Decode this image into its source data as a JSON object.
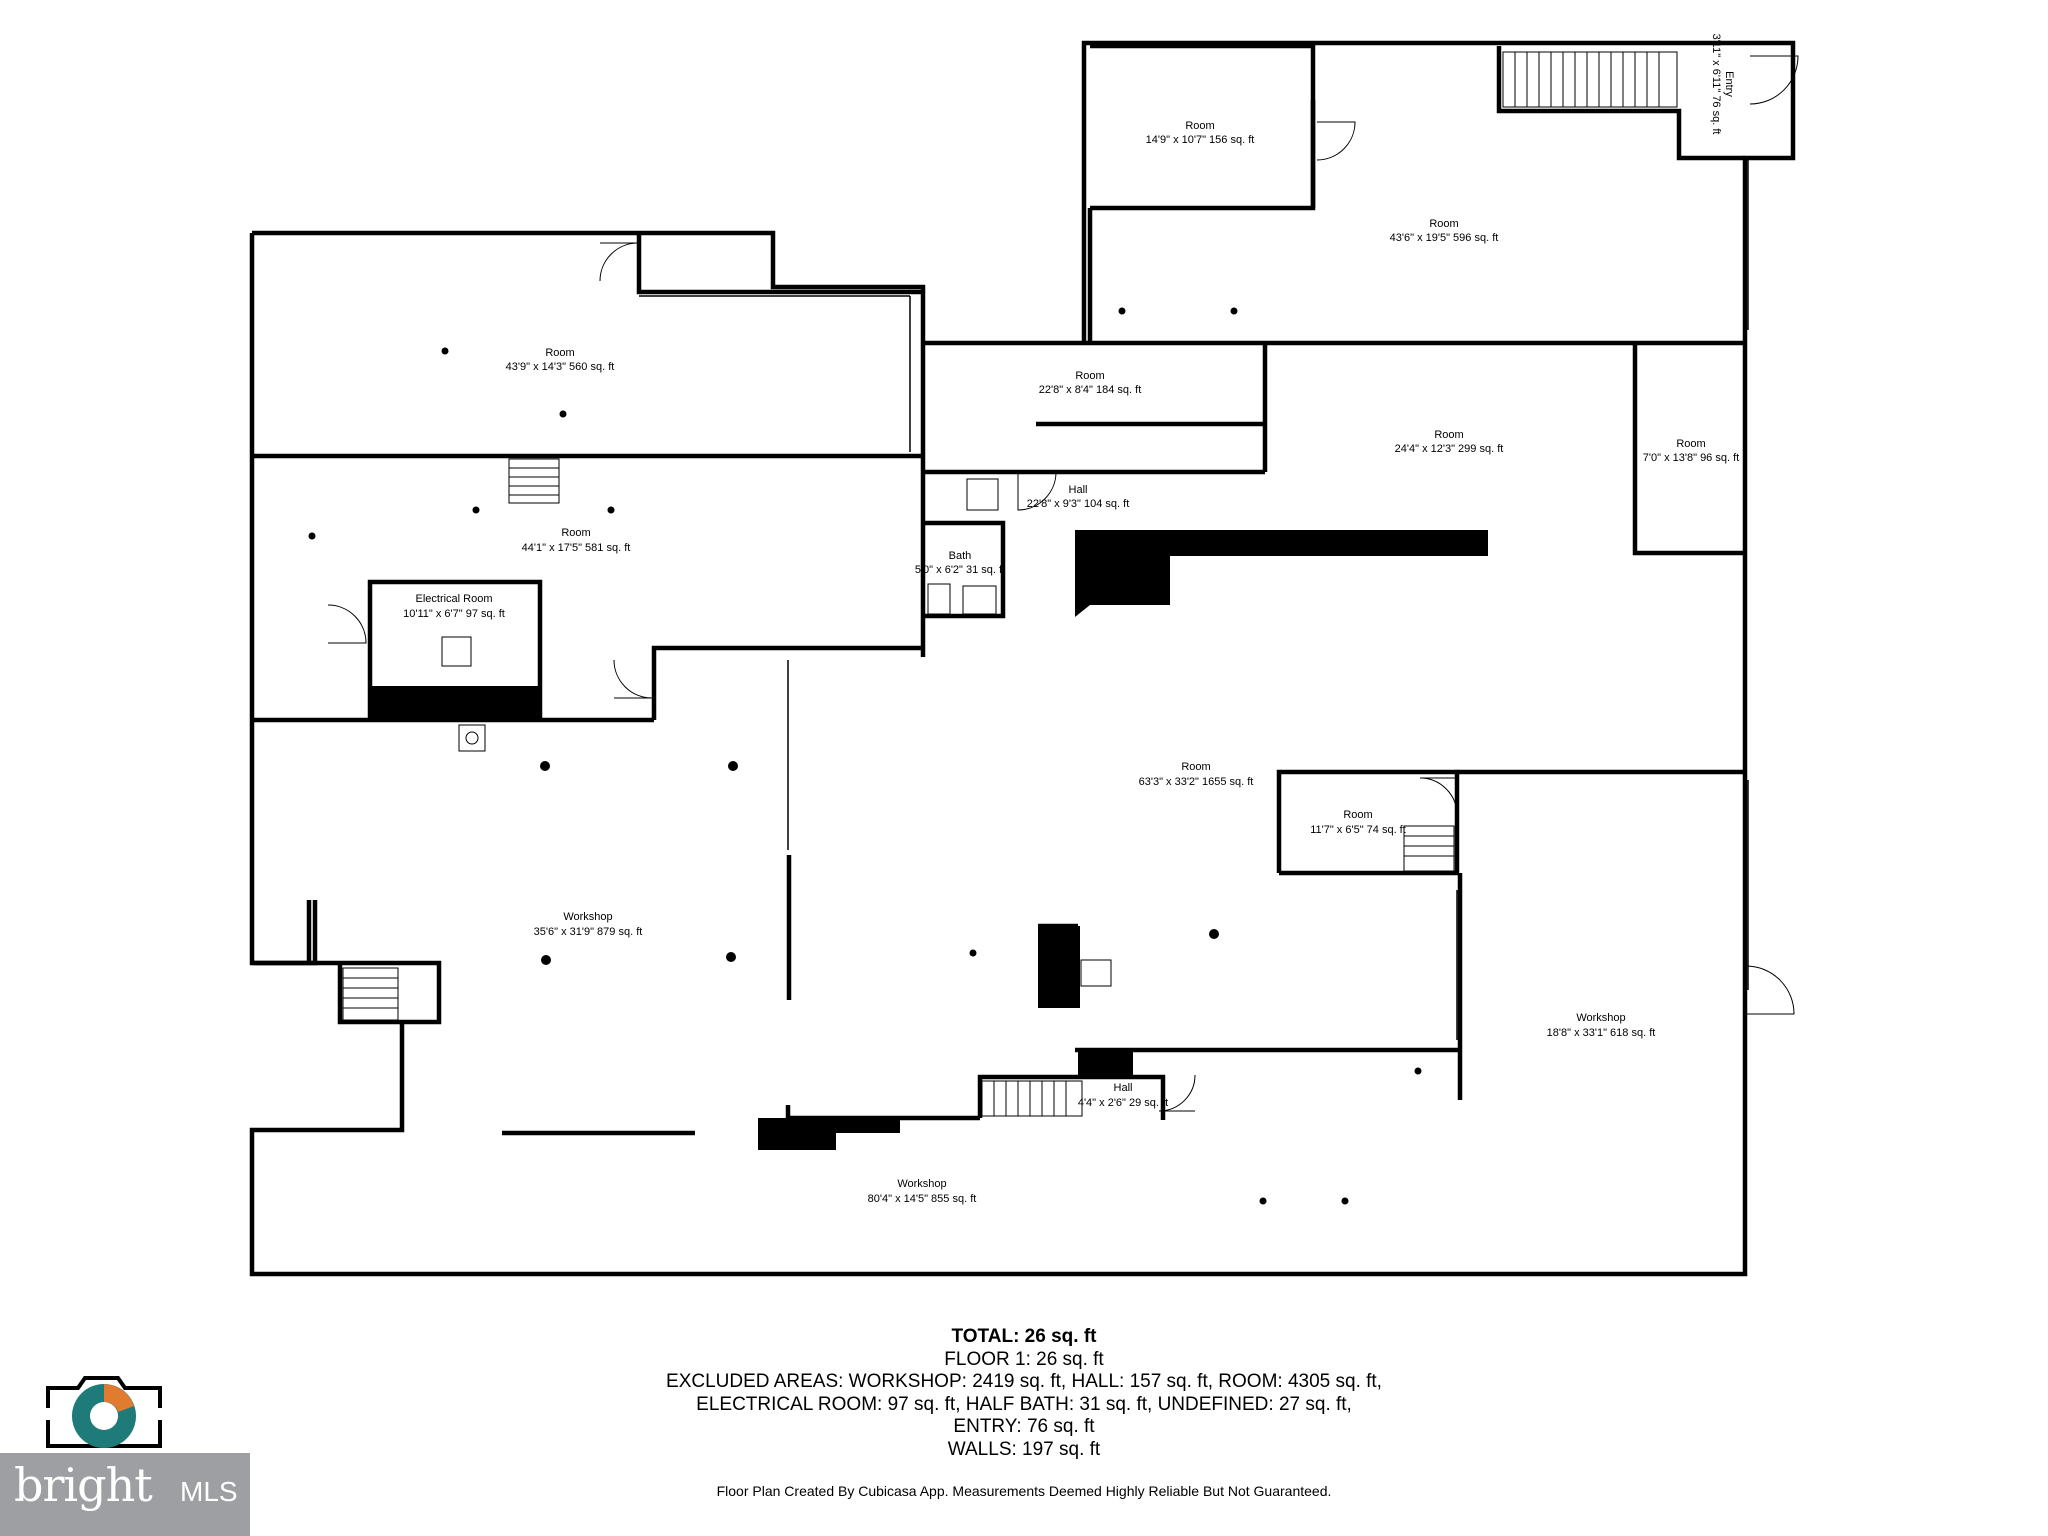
{
  "rooms": [
    {
      "id": "room-156",
      "name": "Room",
      "dims": "14'9\" x 10'7\" 156 sq. ft"
    },
    {
      "id": "room-596",
      "name": "Room",
      "dims": "43'6\" x 19'5\" 596 sq. ft"
    },
    {
      "id": "entry",
      "name": "Entry",
      "dims": "3'11\" x 6'11\" 76 sq. ft"
    },
    {
      "id": "room-560",
      "name": "Room",
      "dims": "43'9\" x 14'3\" 560 sq. ft"
    },
    {
      "id": "room-184",
      "name": "Room",
      "dims": "22'8\" x 8'4\" 184 sq. ft"
    },
    {
      "id": "room-299",
      "name": "Room",
      "dims": "24'4\" x 12'3\" 299 sq. ft"
    },
    {
      "id": "room-96",
      "name": "Room",
      "dims": "7'0\" x 13'8\" 96 sq. ft"
    },
    {
      "id": "hall-104",
      "name": "Hall",
      "dims": "22'8\" x 9'3\" 104 sq. ft"
    },
    {
      "id": "room-581",
      "name": "Room",
      "dims": "44'1\" x 17'5\" 581 sq. ft"
    },
    {
      "id": "bath",
      "name": "Bath",
      "dims": "5'0\" x 6'2\" 31 sq. ft"
    },
    {
      "id": "electrical-room",
      "name": "Electrical Room",
      "dims": "10'11\" x 6'7\" 97 sq. ft"
    },
    {
      "id": "room-1655",
      "name": "Room",
      "dims": "63'3\" x 33'2\" 1655 sq. ft"
    },
    {
      "id": "room-74",
      "name": "Room",
      "dims": "11'7\" x 6'5\" 74 sq. ft"
    },
    {
      "id": "workshop-879",
      "name": "Workshop",
      "dims": "35'6\" x 31'9\" 879 sq. ft"
    },
    {
      "id": "workshop-618",
      "name": "Workshop",
      "dims": "18'8\" x 33'1\" 618 sq. ft"
    },
    {
      "id": "hall-29",
      "name": "Hall",
      "dims": "4'4\" x 2'6\" 29 sq. ft"
    },
    {
      "id": "workshop-855",
      "name": "Workshop",
      "dims": "80'4\" x 14'5\" 855 sq. ft"
    }
  ],
  "totals": {
    "total": "TOTAL: 26 sq. ft",
    "floor1": "FLOOR 1: 26 sq. ft",
    "excluded_line1": "EXCLUDED AREAS: WORKSHOP: 2419 sq. ft, HALL: 157 sq. ft, ROOM: 4305 sq. ft,",
    "excluded_line2": "ELECTRICAL ROOM: 97 sq. ft, HALF BATH: 31 sq. ft, UNDEFINED: 27 sq. ft,",
    "entry": "ENTRY: 76 sq. ft",
    "walls": "WALLS: 197 sq. ft"
  },
  "footer_note": "Floor Plan Created By Cubicasa App. Measurements Deemed Highly Reliable But Not Guaranteed.",
  "brand": {
    "name": "bright",
    "suffix": "MLS"
  },
  "colors": {
    "wall": "#000000",
    "brand_box": "#9d9fa2",
    "logo_teal": "#1f7a7a",
    "logo_orange": "#e07b2f"
  }
}
